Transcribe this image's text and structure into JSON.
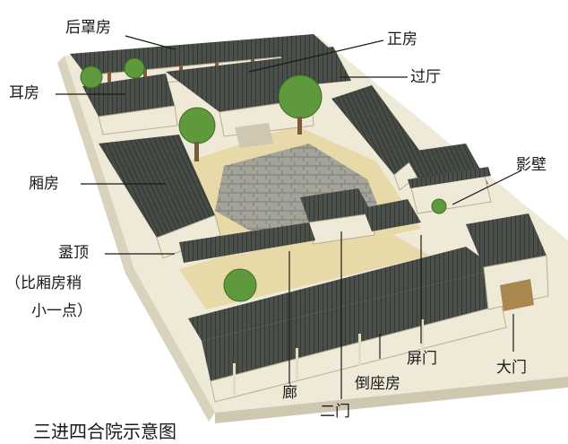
{
  "caption": "三进四合院示意图",
  "labels": {
    "houzhaofang": "后罩房",
    "zhengfang": "正房",
    "guoting": "过厅",
    "erfang": "耳房",
    "xiangfang": "厢房",
    "yingbi": "影壁",
    "luding": "盝顶",
    "luding_note_1": "（比厢房稍",
    "luding_note_2": "小一点）",
    "pingmen": "屏门",
    "damen": "大门",
    "daozuofang": "倒座房",
    "ermen": "二门",
    "lang": "廊"
  },
  "colors": {
    "roof": "#4b4f4a",
    "roof_line": "#2e312d",
    "wall": "#efe9d8",
    "wall_shade": "#d9d2bc",
    "courtyard": "#e8d9a8",
    "paving": "#9a9a90",
    "tree": "#5e9a3c"
  }
}
